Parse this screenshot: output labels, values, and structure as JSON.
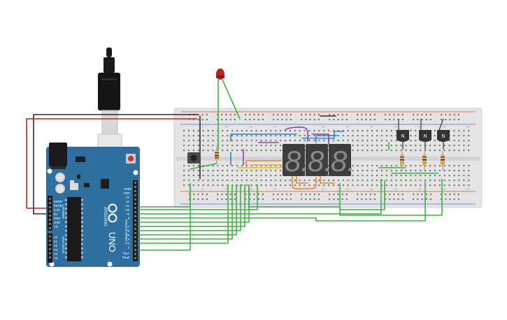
{
  "canvas": {
    "background": "#ffffff"
  },
  "arduino": {
    "brand": "ARDUINO",
    "model": "UNO",
    "reset_label": "RESET",
    "power_header_label": "POWER",
    "analog_header_label": "ANALOG IN",
    "digital_header_label": "DIGITAL (PWM~)",
    "tx_label": "TX",
    "rx_label": "RX",
    "power_pins": [
      "IOREF",
      "RESET",
      "3.3V",
      "5V",
      "GND",
      "GND",
      "Vin"
    ],
    "analog_pins": [
      "A0",
      "A1",
      "A2",
      "A3",
      "A4",
      "A5"
    ],
    "digital_top_pins": [
      "AREF",
      "GND",
      "13",
      "12",
      "~11",
      "~10",
      "~9",
      "8"
    ],
    "digital_bottom_pins": [
      "7",
      "~6",
      "~5",
      "4",
      "~3",
      "2",
      "TX▸1",
      "RX◂0"
    ],
    "board_color": "#2f6f9f"
  },
  "breadboard": {
    "row_labels": [
      "a",
      "b",
      "c",
      "d",
      "e",
      "f",
      "g",
      "h",
      "i",
      "j"
    ],
    "column_numbers": [
      "5",
      "10",
      "15",
      "20",
      "25",
      "30",
      "35",
      "40",
      "45",
      "50",
      "55",
      "60"
    ],
    "color": "#e4e4e4"
  },
  "display": {
    "digits": [
      "8.",
      "8.",
      "8."
    ],
    "segment_color": "#8a8a8a",
    "body_color": "#3d3d3d"
  },
  "transistors": [
    {
      "label": "N"
    },
    {
      "label": "N"
    },
    {
      "label": "N"
    }
  ],
  "led": {
    "color": "#b3231f"
  },
  "wire_colors": {
    "green": "#3db33d",
    "red": "#d42020",
    "black": "#2a2a2a",
    "blue": "#2e86c8",
    "orange": "#e8862a",
    "purple": "#8f3fb0",
    "yellow": "#e0c020"
  }
}
